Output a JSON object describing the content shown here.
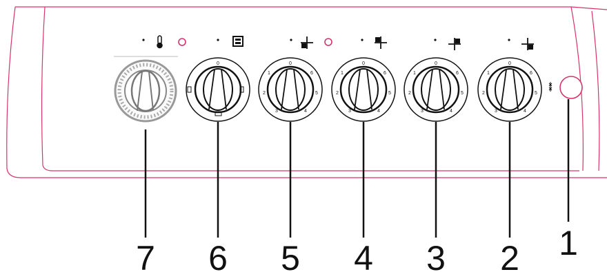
{
  "panel": {
    "outline_color": "#d6336c",
    "indicator_color": "#d6336c"
  },
  "knobs": [
    {
      "id": "thermostat",
      "callout": "7",
      "icon": "thermometer-icon",
      "indicator_light": true,
      "scale": []
    },
    {
      "id": "oven-function",
      "callout": "6",
      "icon": "oven-icon",
      "indicator_light": false,
      "scale": [
        "0"
      ]
    },
    {
      "id": "hotplate-rear-left",
      "callout": "5",
      "icon": "hotplate-front-left-icon",
      "indicator_light": true,
      "scale": [
        "0",
        "1",
        "2",
        "3",
        "4",
        "5",
        "6"
      ]
    },
    {
      "id": "hotplate-front-left",
      "callout": "4",
      "icon": "hotplate-rear-left-icon",
      "indicator_light": false,
      "scale": [
        "0",
        "1",
        "2",
        "3",
        "4",
        "5",
        "6"
      ]
    },
    {
      "id": "hotplate-rear-right",
      "callout": "3",
      "icon": "hotplate-rear-right-icon",
      "indicator_light": false,
      "scale": [
        "0",
        "1",
        "2",
        "3",
        "4",
        "5",
        "6"
      ]
    },
    {
      "id": "hotplate-front-right",
      "callout": "2",
      "icon": "hotplate-front-right-icon",
      "indicator_light": false,
      "scale": [
        "0",
        "1",
        "2",
        "3",
        "4",
        "5",
        "6"
      ]
    }
  ],
  "ignition": {
    "callout": "1",
    "icon": "spark-icon"
  }
}
